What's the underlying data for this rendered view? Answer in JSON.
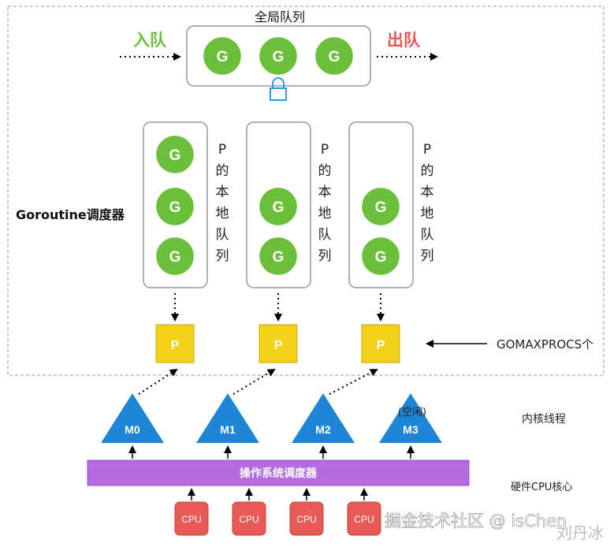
{
  "global_queue": {
    "title": "全局队列",
    "enqueue_label": "入队",
    "dequeue_label": "出队",
    "goroutines": [
      "G",
      "G",
      "G"
    ]
  },
  "scheduler": {
    "label": "Goroutine调度器",
    "local_queue_chars": [
      "P",
      "的",
      "本",
      "地",
      "队",
      "列"
    ],
    "local_queues": [
      {
        "goroutines": [
          "G",
          "G",
          "G"
        ]
      },
      {
        "goroutines": [
          "G",
          "G"
        ]
      },
      {
        "goroutines": [
          "G",
          "G"
        ]
      }
    ],
    "processors": [
      "P",
      "P",
      "P"
    ],
    "gomaxprocs_label": "GOMAXPROCS个"
  },
  "kernel_threads": {
    "label": "内核线程",
    "threads": [
      "M0",
      "M1",
      "M2",
      "M3"
    ],
    "idle_note": "(空闲)"
  },
  "os_scheduler": {
    "label": "操作系统调度器"
  },
  "hardware": {
    "label": "硬件CPU核心",
    "cpus": [
      "CPU",
      "CPU",
      "CPU",
      "CPU"
    ]
  },
  "watermark": {
    "text": "掘金技术社区 @ isChen",
    "overlay": "刘丹冰"
  },
  "colors": {
    "goroutine": "#6cbf3a",
    "processor": "#f2d21b",
    "thread": "#1f85d6",
    "os_bar": "#b56be0",
    "cpu": "#e85a55",
    "enqueue": "#6cbf3a",
    "dequeue": "#e8564f",
    "lock": "#2f9be0"
  }
}
